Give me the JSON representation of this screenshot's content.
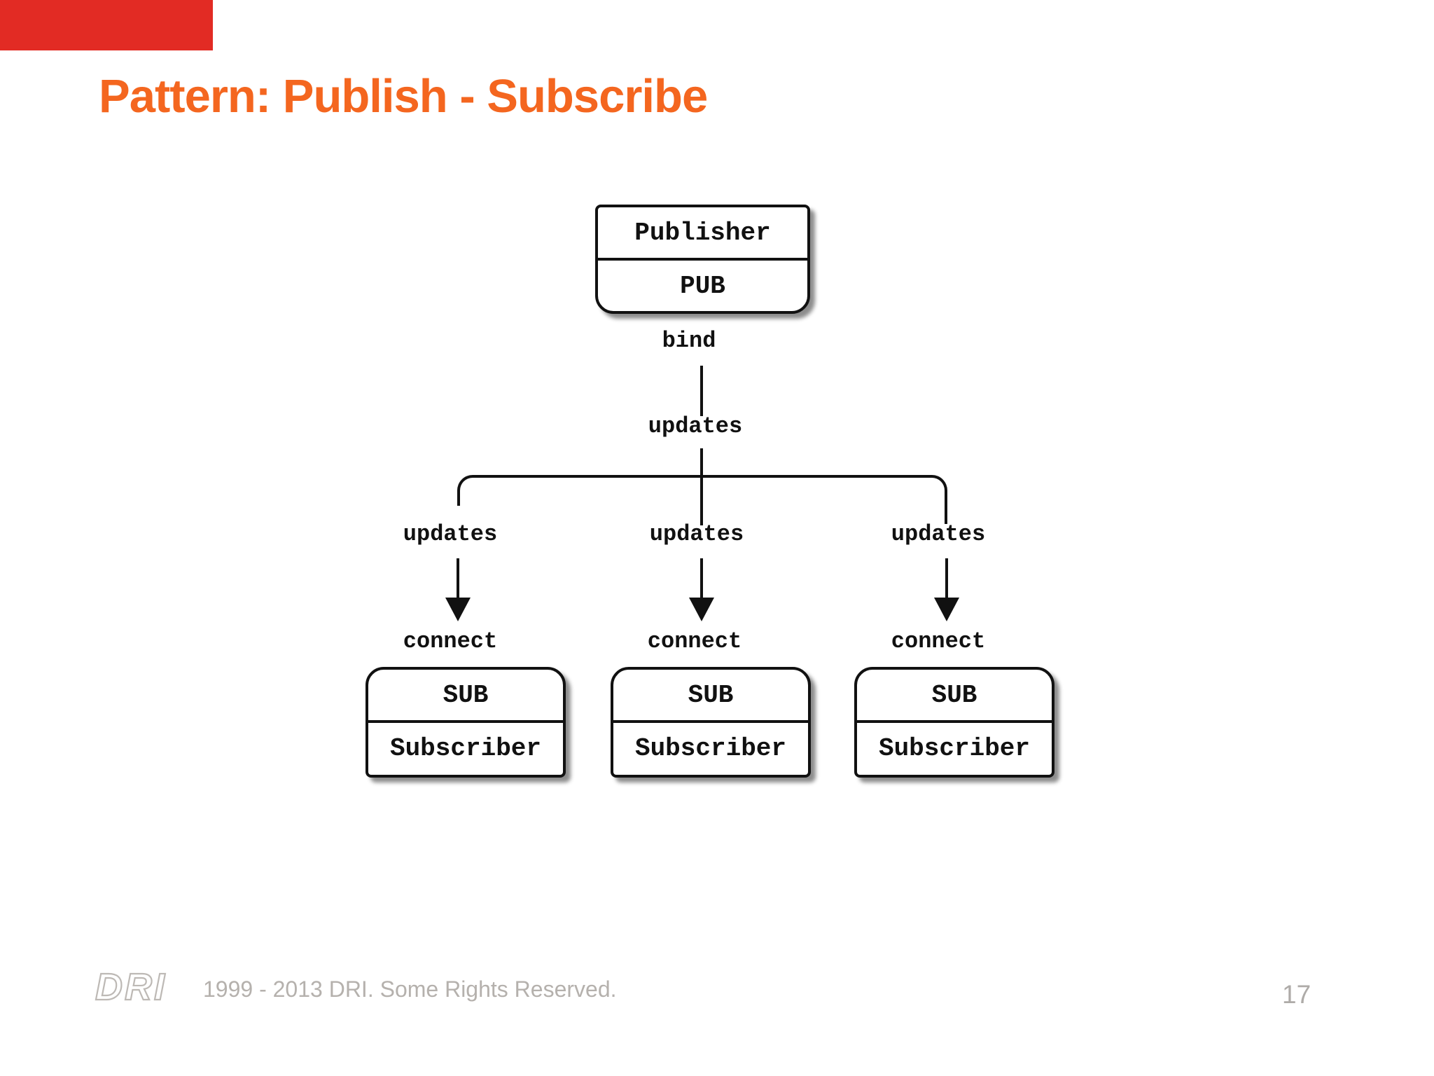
{
  "slide": {
    "title": "Pattern: Publish - Subscribe",
    "title_color": "#f4661f",
    "corner_bar_color": "#e22b24"
  },
  "diagram": {
    "publisher": {
      "class_name": "Publisher",
      "socket": "PUB"
    },
    "bind_label": "bind",
    "updates_label": "updates",
    "connect_label": "connect",
    "subscribers": [
      {
        "socket": "SUB",
        "class_name": "Subscriber"
      },
      {
        "socket": "SUB",
        "class_name": "Subscriber"
      },
      {
        "socket": "SUB",
        "class_name": "Subscriber"
      }
    ],
    "line_color": "#111111"
  },
  "footer": {
    "logo_text": "DRI",
    "copyright": "1999 - 2013 DRI. Some Rights Reserved.",
    "page_number": "17",
    "text_color": "#b5b1ad"
  }
}
